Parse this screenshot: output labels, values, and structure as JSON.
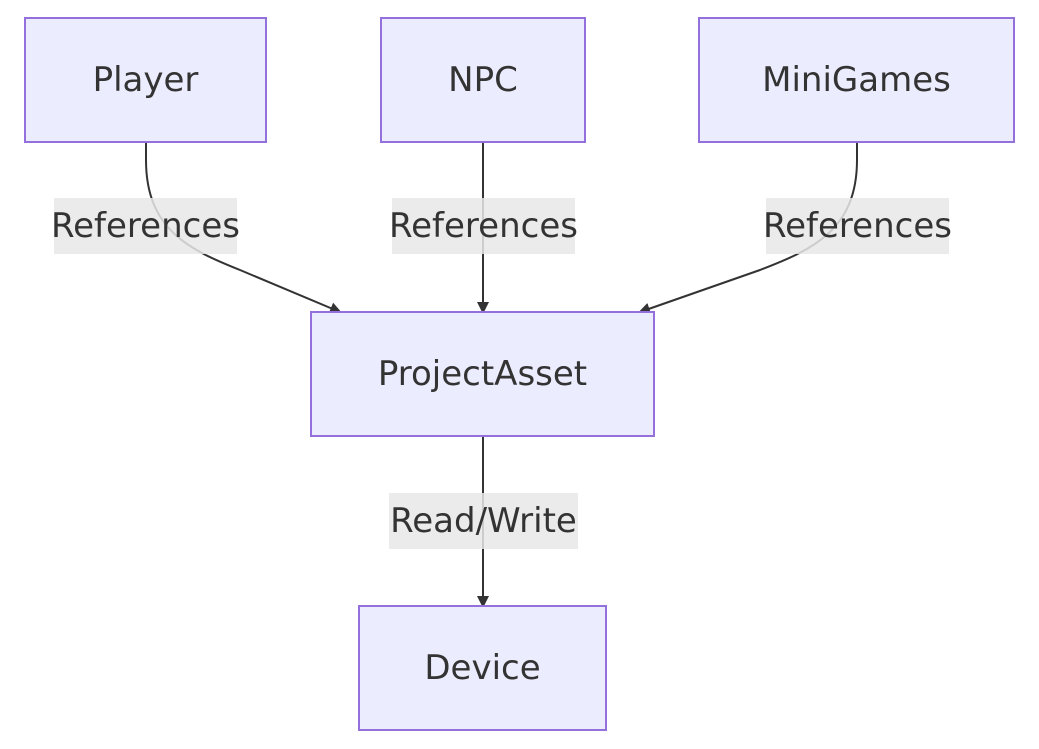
{
  "diagram": {
    "nodes": {
      "player": "Player",
      "npc": "NPC",
      "minigames": "MiniGames",
      "projectasset": "ProjectAsset",
      "device": "Device"
    },
    "edges": {
      "player_to_projectasset": "References",
      "npc_to_projectasset": "References",
      "minigames_to_projectasset": "References",
      "projectasset_to_device": "Read/Write"
    },
    "colors": {
      "node_fill": "#ECECFF",
      "node_stroke": "#9370DB",
      "edge": "#333333",
      "label_bg": "#E8E8E8",
      "text": "#333333"
    }
  }
}
